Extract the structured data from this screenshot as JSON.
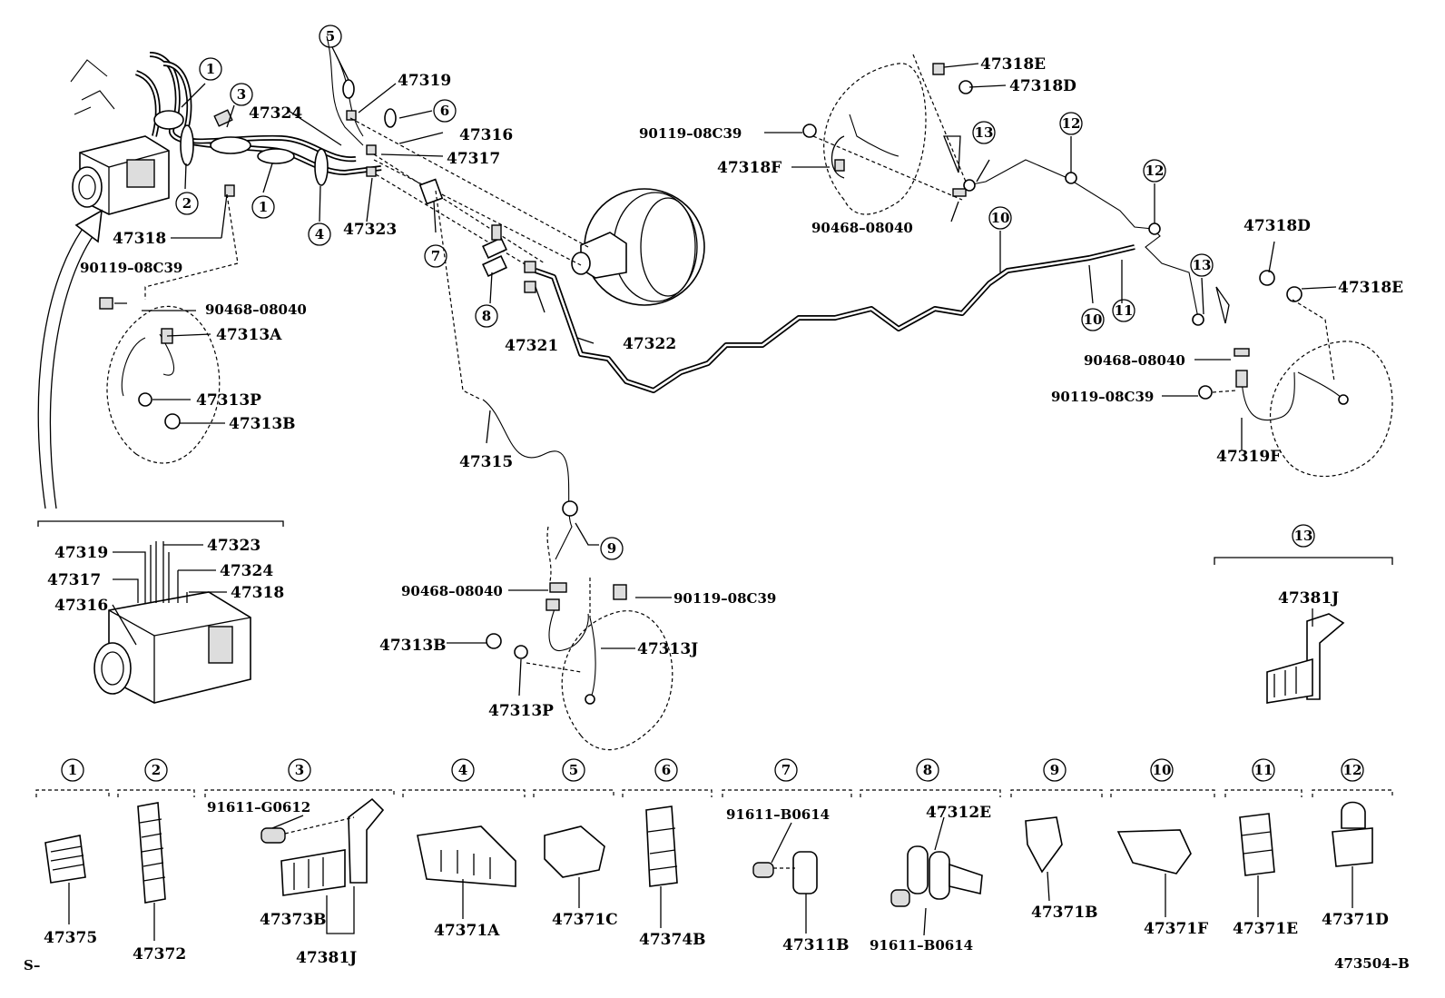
{
  "diagram": {
    "footer_left": "S–",
    "footer_right": "473504–B",
    "labels": {
      "p47319_top": "47319",
      "p47324_top": "47324",
      "p47316_top": "47316",
      "p47317_top": "47317",
      "p47318_left": "47318",
      "p47323_mid": "47323",
      "p90119_left": "90119–08C39",
      "p90468_left": "90468–08040",
      "p47313A": "47313A",
      "p47313P_left": "47313P",
      "p47313B_left": "47313B",
      "p47321": "47321",
      "p47322": "47322",
      "p47315": "47315",
      "p90119_top": "90119–08C39",
      "p47318F": "47318F",
      "p90468_top": "90468–08040",
      "p47318E_top": "47318E",
      "p47318D_top": "47318D",
      "p47318D_right": "47318D",
      "p47318E_right": "47318E",
      "p90468_right": "90468–08040",
      "p90119_right": "90119–08C39",
      "p47319F": "47319F",
      "p90468_bottom": "90468–08040",
      "p90119_bottom": "90119–08C39",
      "p47313B_bottom": "47313B",
      "p47313J": "47313J",
      "p47313P_bottom": "47313P",
      "inset_47319": "47319",
      "inset_47323": "47323",
      "inset_47317": "47317",
      "inset_47324": "47324",
      "inset_47316": "47316",
      "inset_47318": "47318",
      "p47381J_right": "47381J"
    },
    "callouts": {
      "c1a": "1",
      "c2": "2",
      "c3": "3",
      "c1b": "1",
      "c4": "4",
      "c5": "5",
      "c6": "6",
      "c7": "7",
      "c8": "8",
      "c9": "9",
      "c10a": "10",
      "c10b": "10",
      "c11": "11",
      "c12a": "12",
      "c12b": "12",
      "c13a": "13",
      "c13b": "13",
      "c13c": "13"
    },
    "legend": [
      {
        "num": "1",
        "parts": [
          "47375"
        ]
      },
      {
        "num": "2",
        "parts": [
          "47372"
        ]
      },
      {
        "num": "3",
        "parts": [
          "91611–G0612",
          "47373B",
          "47381J"
        ]
      },
      {
        "num": "4",
        "parts": [
          "47371A"
        ]
      },
      {
        "num": "5",
        "parts": [
          "47371C"
        ]
      },
      {
        "num": "6",
        "parts": [
          "47374B"
        ]
      },
      {
        "num": "7",
        "parts": [
          "91611–B0614",
          "47311B"
        ]
      },
      {
        "num": "8",
        "parts": [
          "47312E",
          "91611–B0614"
        ]
      },
      {
        "num": "9",
        "parts": [
          "47371B"
        ]
      },
      {
        "num": "10",
        "parts": [
          "47371F"
        ]
      },
      {
        "num": "11",
        "parts": [
          "47371E"
        ]
      },
      {
        "num": "12",
        "parts": [
          "47371D"
        ]
      }
    ]
  }
}
